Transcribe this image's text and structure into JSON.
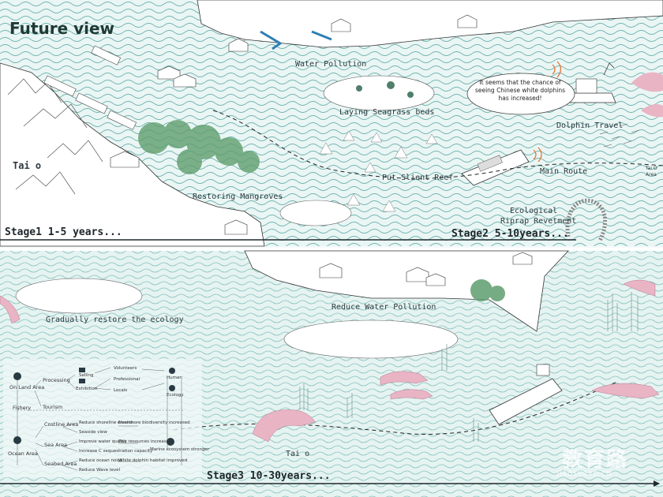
{
  "title": "Future view",
  "labels": {
    "water_pollution": "Water Pollution",
    "laying_seagrass": "Laying Seagrass beds",
    "dolphin_travel": "Dolphin Travel",
    "tai_o_top": "Tai o",
    "put_silent_reef": "Put Slient Reef",
    "main_route": "Main Route",
    "tai_o_area": "Tai O\nArea",
    "restoring_mangroves": "Restoring Mangroves",
    "revetment_1": "Ecological",
    "revetment_2": "Riprap Revetment",
    "gradually_restore": "Gradually restore the ecology",
    "reduce_water_pollution": "Reduce Water Pollution",
    "tai_o_bottom": "Tai o"
  },
  "bubble_text": "It seems that the chance of seeing Chinese white dolphins has increased!",
  "stages": {
    "stage1": "Stage1 1-5 years...",
    "stage2": "Stage2 5-10years...",
    "stage3": "Stage3 10-30years..."
  },
  "legend": {
    "on_land_area": "On Land Area",
    "fishery": "Fishery",
    "ocean_area": "Ocean Area",
    "processing": "Processing",
    "tourism": "Tourism",
    "selling": "Selling",
    "exhibition": "Exhibition",
    "volunteers": "Volunteers",
    "professional": "Professional",
    "locals": "Locals",
    "human": "Human",
    "ecology": "Ecology",
    "costline_area": "Costline Area",
    "sea_area": "Sea Area",
    "seabed_area": "Seabed Area",
    "reduce_erosion": "Reduce shoreline erosion",
    "seaside_view": "Seaside view",
    "nearshore_biodiversity": "Nearshore biodiversity increased",
    "improve_water_quality": "Improve water quality",
    "increase_carbon": "Increase C sequestration capacity",
    "fish_increase": "Fish resources increased",
    "reduce_noise": "Reduce ocean noise",
    "white_dolphin_habitat": "White dolphin habitat improved",
    "reduce_wave": "Reduce Wave level",
    "marine_ecosystem": "Marine ecosystem stronger"
  },
  "watermark": {
    "main": "教育路",
    "sub": "JIAOYUBAO.CN"
  },
  "colors": {
    "wave": "#5fa9a6",
    "sea": "#eaf6f4",
    "land": "#ffffff",
    "tree": "#5f9e6e",
    "dolphin": "#e9b4c4",
    "ink": "#1f2a2e"
  }
}
